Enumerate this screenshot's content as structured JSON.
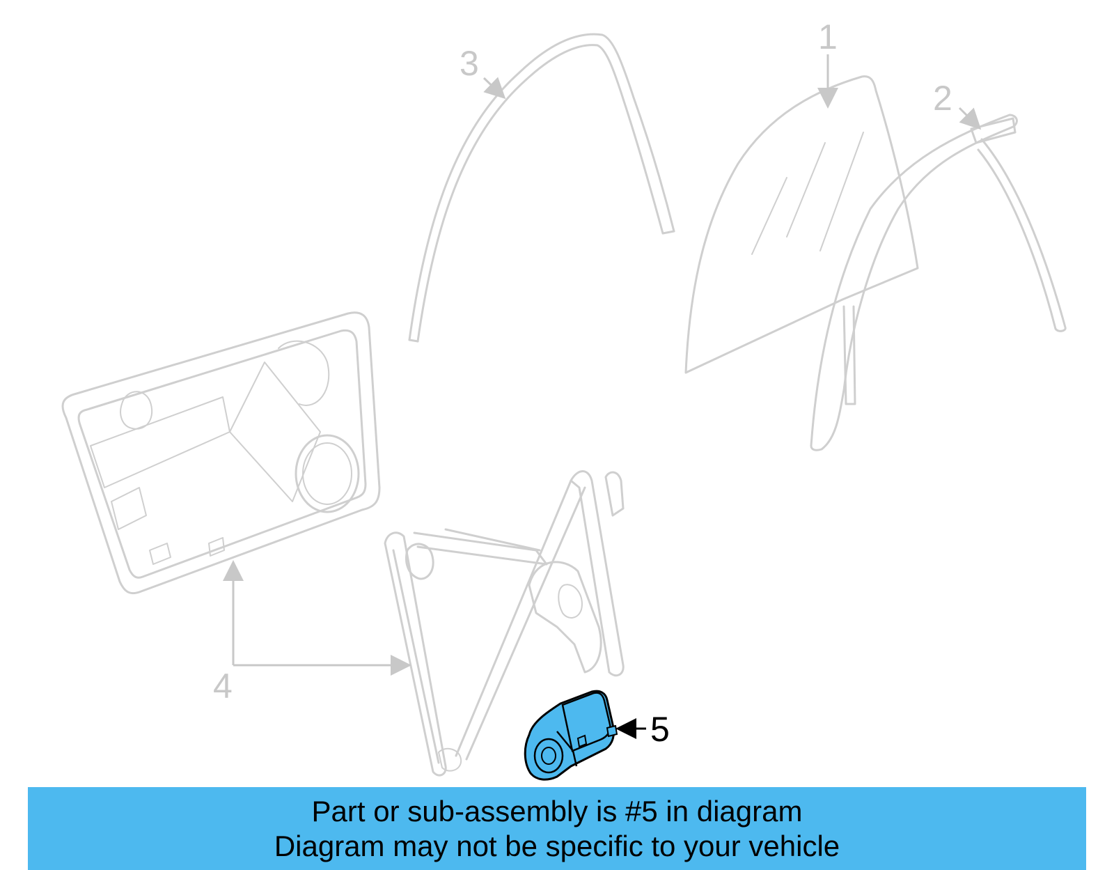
{
  "diagram": {
    "callouts": [
      "1",
      "2",
      "3",
      "4",
      "5"
    ],
    "highlighted_part": "5",
    "highlight_color": "#4db9ef",
    "line_color": "#cfcfcf"
  },
  "banner": {
    "line1": "Part or sub-assembly is #5 in diagram",
    "line2": "Diagram may not be specific to your vehicle",
    "background": "#4db9ef"
  }
}
